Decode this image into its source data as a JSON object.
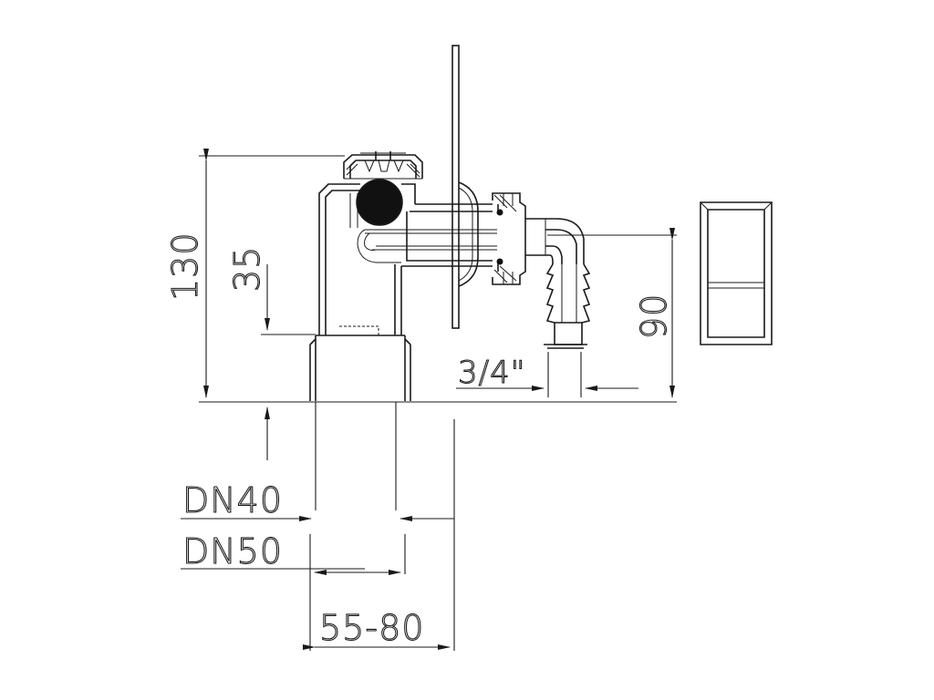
{
  "drawing": {
    "labels": {
      "height_total": "130",
      "height_outlet": "35",
      "height_side": "90",
      "thread": "3/4\"",
      "dn40": "DN40",
      "dn50": "DN50",
      "depth_range": "55-80"
    },
    "colors": {
      "line": "#1a1a1a",
      "ball": "#111111",
      "background": "#ffffff"
    }
  }
}
